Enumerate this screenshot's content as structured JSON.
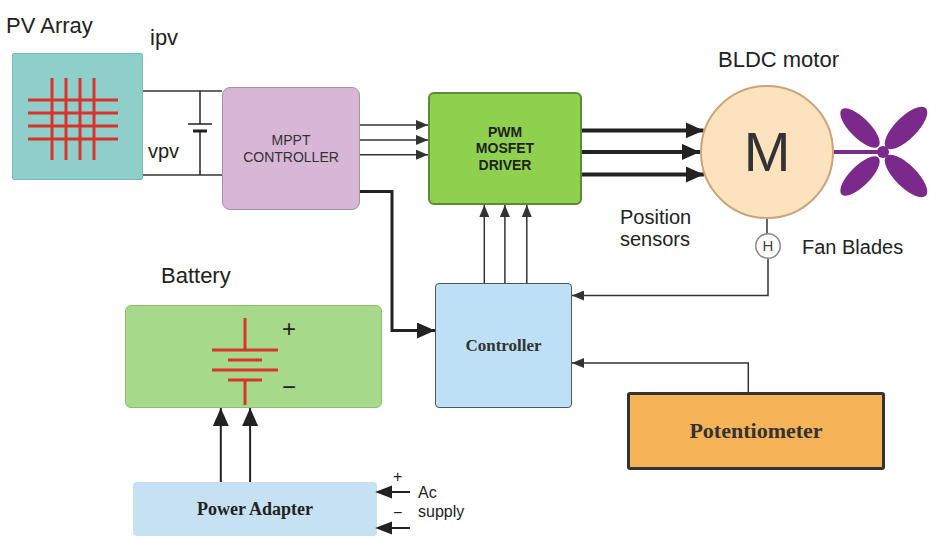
{
  "diagram": {
    "nodes": [
      {
        "text": [
          "PV Array"
        ]
      },
      {
        "text": [
          "MPPT CONTROLLER"
        ]
      },
      {
        "text": [
          "PWM MOSFET DRIVER"
        ]
      },
      {
        "text": [
          "BLDC motor",
          "M"
        ]
      },
      {
        "text": [
          "H"
        ]
      },
      {
        "text": [
          "Battery"
        ]
      },
      {
        "text": [
          "Controller"
        ]
      },
      {
        "text": [
          "Potentiometer"
        ]
      },
      {
        "text": [
          "Power Adapter"
        ]
      }
    ],
    "edges": [
      {
        "from": 0,
        "to": 1,
        "arrow": "none"
      },
      {
        "from": 0,
        "to": 1,
        "arrow": "none"
      },
      {
        "from": 1,
        "to": 2,
        "arrow": "to"
      },
      {
        "from": 1,
        "to": 2,
        "arrow": "to"
      },
      {
        "from": 1,
        "to": 2,
        "arrow": "to"
      },
      {
        "from": 2,
        "to": 3,
        "arrow": "to"
      },
      {
        "from": 2,
        "to": 3,
        "arrow": "to"
      },
      {
        "from": 2,
        "to": 3,
        "arrow": "to"
      },
      {
        "from": 1,
        "to": 6,
        "arrow": "to"
      },
      {
        "from": 6,
        "to": 2,
        "arrow": "to"
      },
      {
        "from": 6,
        "to": 2,
        "arrow": "to"
      },
      {
        "from": 6,
        "to": 2,
        "arrow": "to"
      },
      {
        "from": 4,
        "to": 6,
        "arrow": "to"
      },
      {
        "from": 7,
        "to": 6,
        "arrow": "to"
      },
      {
        "from": 3,
        "to": 4,
        "arrow": "none"
      },
      {
        "from": 8,
        "to": 5,
        "arrow": "to"
      },
      {
        "from": 8,
        "to": 5,
        "arrow": "to"
      }
    ],
    "labels": [
      "ipv",
      "vpv",
      "Position sensors",
      "Fan Blades",
      "+",
      "−",
      "+",
      "−",
      "Ac",
      "supply"
    ]
  }
}
